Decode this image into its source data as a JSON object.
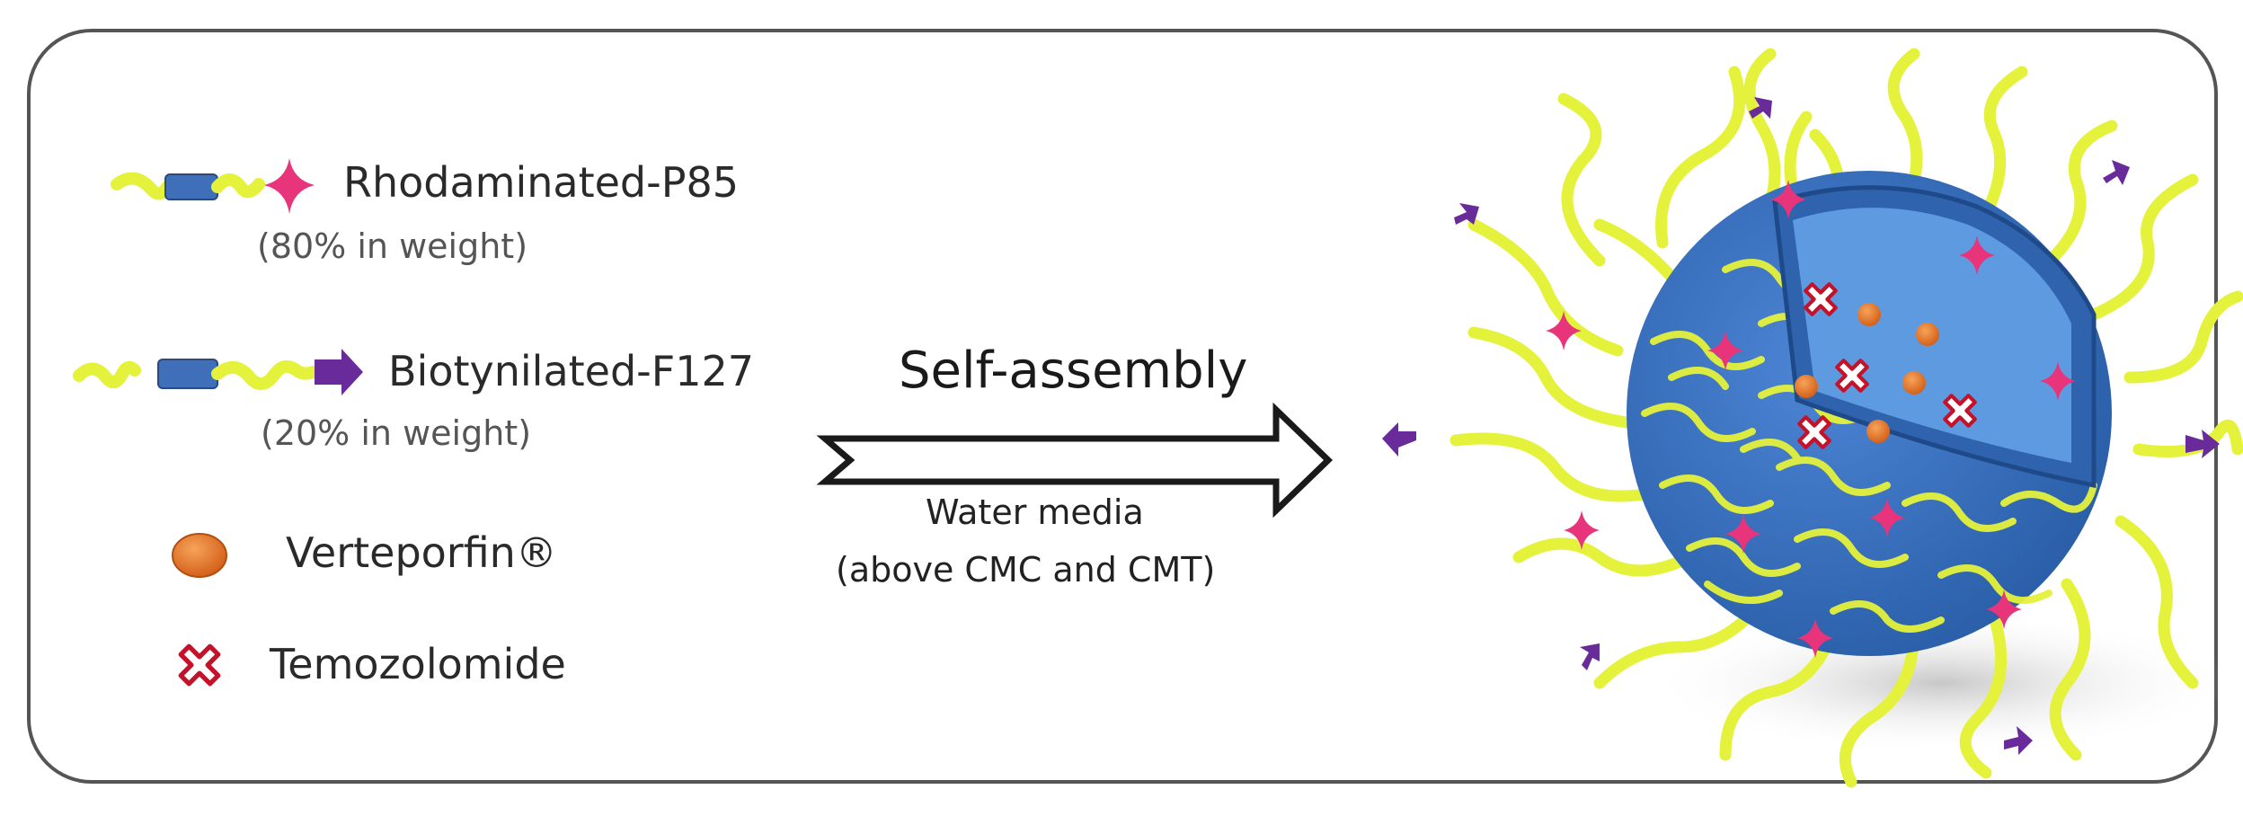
{
  "legend": {
    "rhodaminated": {
      "label": "Rhodaminated-P85",
      "fraction": "(80% in weight)"
    },
    "biotinylated": {
      "label": "Biotynilated-F127",
      "fraction": "(20% in weight)"
    },
    "verteporfin": {
      "label": "Verteporfin®"
    },
    "temozolomide": {
      "label": "Temozolomide"
    }
  },
  "process": {
    "title": "Self-assembly",
    "condition_line1": "Water media",
    "condition_line2": "(above CMC and CMT)"
  },
  "colors": {
    "polymer_chain": "#e4f23c",
    "core_block": "#3f6fb8",
    "rhodamine": "#e8347a",
    "biotin": "#6a2b9a",
    "drug_verteporfin": "#e8761e",
    "drug_temozolomide": "#c4122a",
    "micelle_core": "#3a73c2"
  }
}
